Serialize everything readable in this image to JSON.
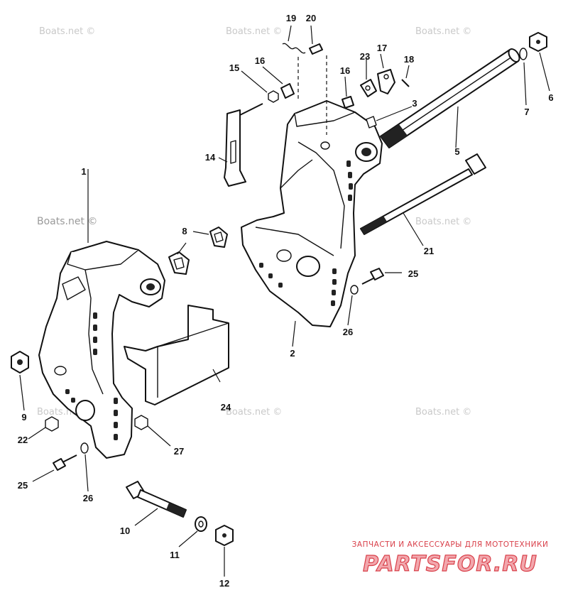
{
  "watermarks": [
    "Boats.net ©",
    "Boats.net ©",
    "Boats.net ©",
    "Boats.net ©",
    "Boats.net ©",
    "Boats.net ©",
    "Boats.net ©",
    "Boats.net ©"
  ],
  "callouts": [
    "1",
    "2",
    "3",
    "5",
    "6",
    "7",
    "8",
    "9",
    "10",
    "11",
    "12",
    "14",
    "15",
    "16",
    "16",
    "17",
    "18",
    "19",
    "20",
    "21",
    "22",
    "23",
    "24",
    "25",
    "25",
    "26",
    "26",
    "27"
  ],
  "brand": {
    "caption": "ЗАПЧАСТИ И АКСЕССУАРЫ ДЛЯ МОТОТЕХНИКИ",
    "logo_text": "PARTSFOR.RU",
    "colors": {
      "primary": "#d9404a",
      "fill": "#f2a7ad"
    }
  },
  "colors": {
    "line": "#111111",
    "background": "#ffffff",
    "watermark": "#c9c9c9"
  }
}
